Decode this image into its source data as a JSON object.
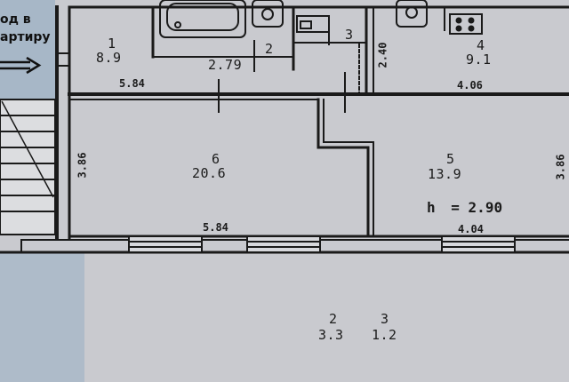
{
  "entrance": {
    "line1": "од в",
    "line2": "артиру"
  },
  "rooms": [
    {
      "id": "r1",
      "number": "1",
      "area": "8.9"
    },
    {
      "id": "r2",
      "number": "2",
      "area": "2.79"
    },
    {
      "id": "r3",
      "number": "3",
      "area": ""
    },
    {
      "id": "r4",
      "number": "4",
      "area": "9.1"
    },
    {
      "id": "r5",
      "number": "5",
      "area": "13.9"
    },
    {
      "id": "r6",
      "number": "6",
      "area": "20.6"
    }
  ],
  "dimensions": {
    "hall_width": "5.84",
    "kitchen_width": "4.06",
    "bath_side": "2.40",
    "room6_height": "3.86",
    "room6_width": "5.84",
    "room5_width": "4.04",
    "room5_side": "3.86"
  },
  "ceiling": {
    "prefix": "h",
    "value": "= 2.90"
  },
  "balconies": [
    {
      "number": "2",
      "area": "3.3"
    },
    {
      "number": "3",
      "area": "1.2"
    }
  ],
  "colors": {
    "wall": "#1a1a1a",
    "paper": "#c9cacf",
    "stairwell": "#a7b7c7",
    "ink": "#1b1b1b"
  }
}
